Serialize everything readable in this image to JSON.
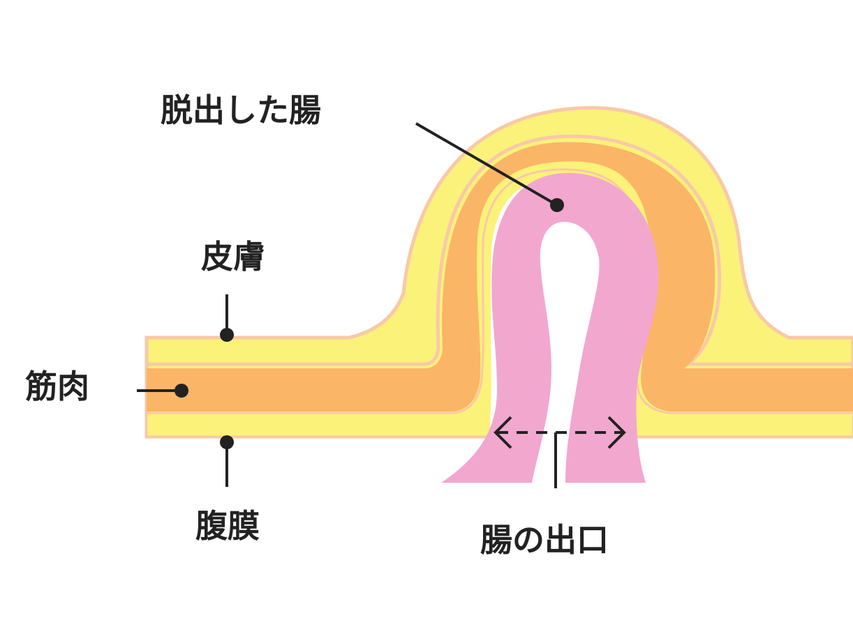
{
  "labels": {
    "protruded_intestine": "脱出した腸",
    "skin": "皮膚",
    "muscle": "筋肉",
    "peritoneum": "腹膜",
    "intestine_outlet": "腸の出口"
  },
  "colors": {
    "skin": "#fbf27a",
    "skin_edge": "#f8c9a8",
    "muscle": "#fbb566",
    "peritoneum": "#fbf27a",
    "intestine": "#f2a7cf",
    "line": "#222222"
  }
}
